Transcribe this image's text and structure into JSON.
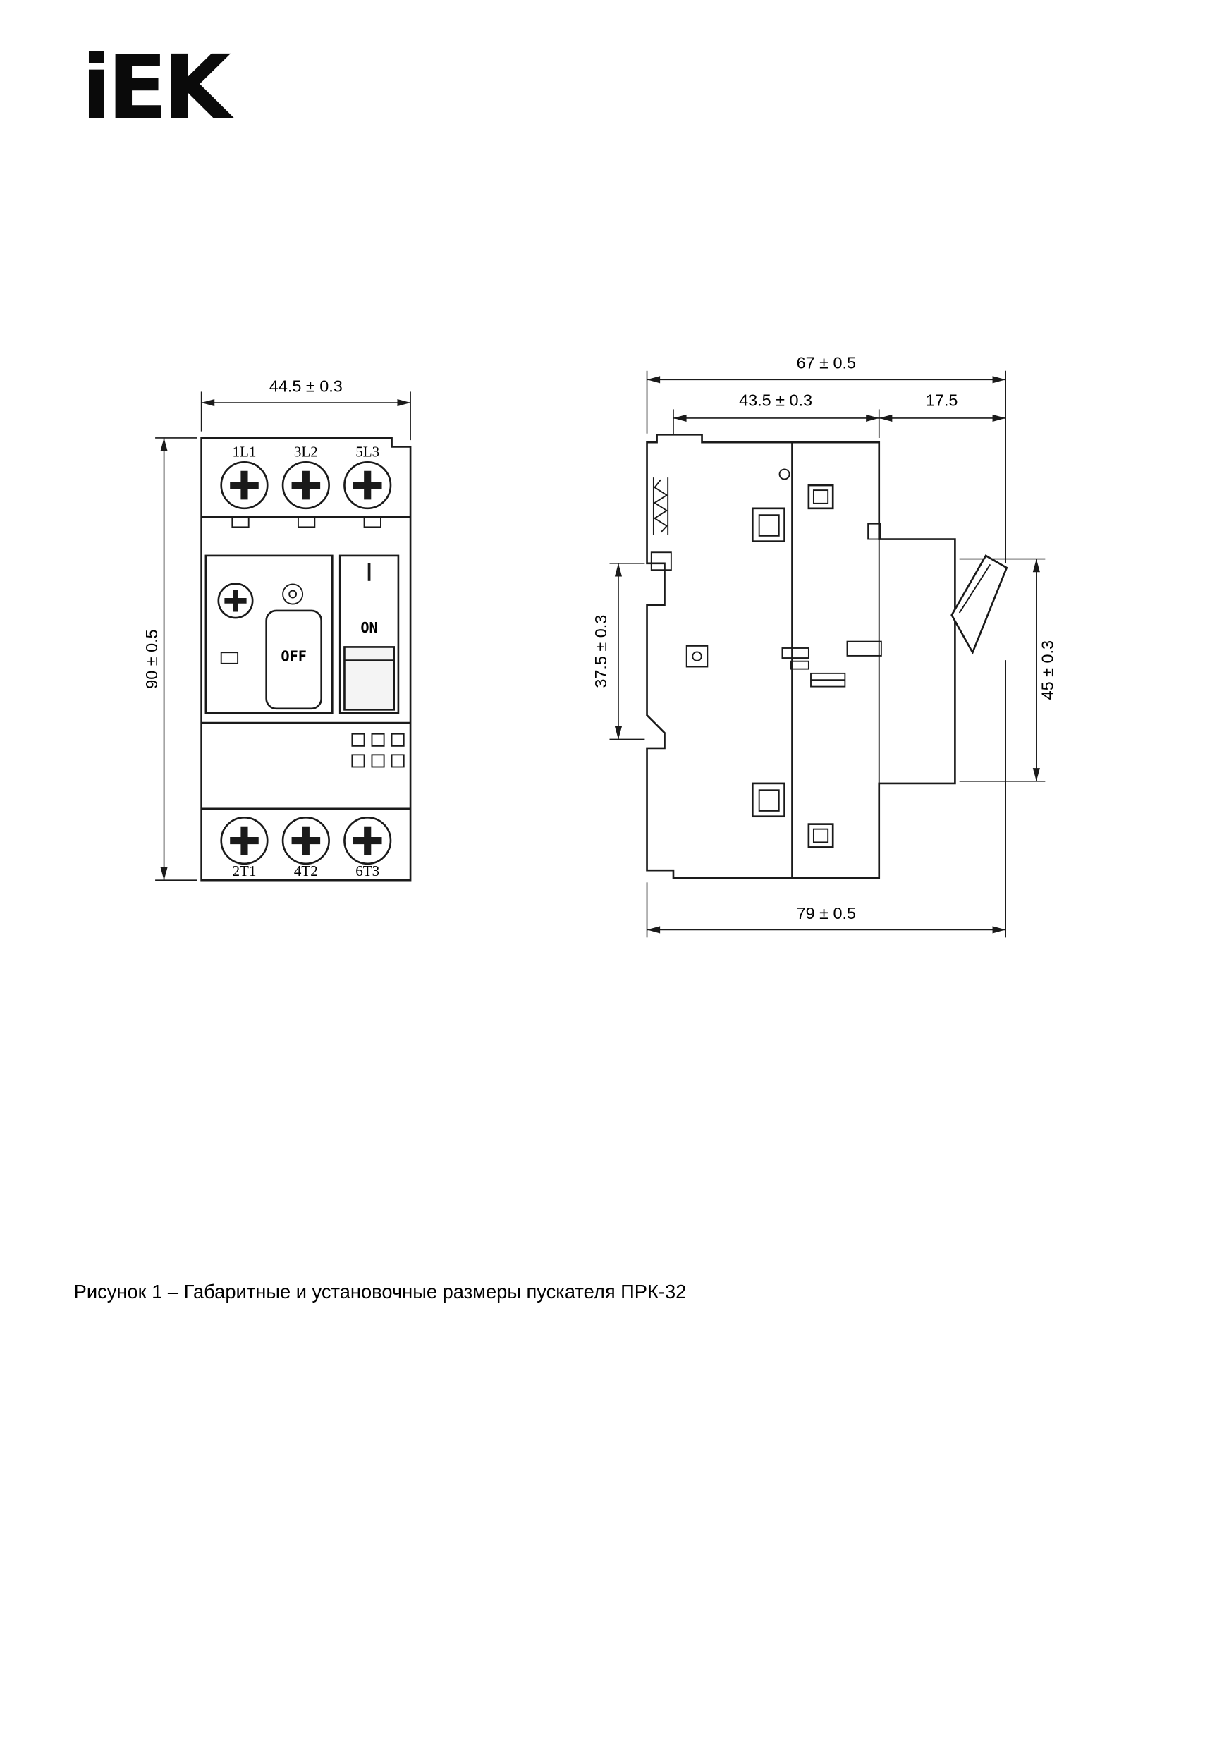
{
  "logo": {
    "text": "iEK"
  },
  "caption": "Рисунок 1 – Габаритные и установочные размеры пускателя ПРК-32",
  "front_view": {
    "dim_width": "44.5 ± 0.3",
    "dim_height": "90 ± 0.5",
    "top_terminals": [
      "1L1",
      "3L2",
      "5L3"
    ],
    "bottom_terminals": [
      "2T1",
      "4T2",
      "6T3"
    ],
    "off_label": "OFF",
    "on_label": "ON"
  },
  "side_view": {
    "dim_overall_depth": "67 ± 0.5",
    "dim_body_depth": "43.5 ± 0.3",
    "dim_front_protrusion": "17.5",
    "dim_din_rail": "37.5 ± 0.3",
    "dim_front_height": "45 ± 0.3",
    "dim_total_depth": "79 ± 0.5"
  }
}
